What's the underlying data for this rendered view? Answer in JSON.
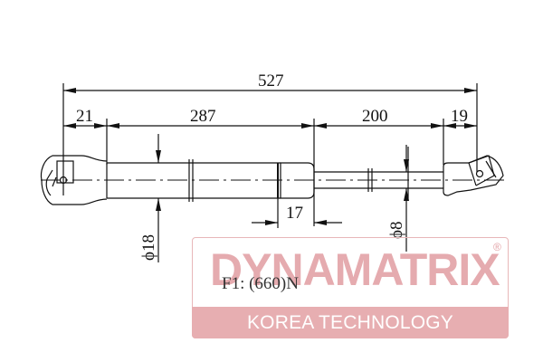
{
  "diagram": {
    "type": "gas-spring-technical-drawing",
    "dimensions": {
      "total_length": "527",
      "left_end_fitting": "21",
      "cylinder_body": "287",
      "rod_stroke": "200",
      "right_end_fitting": "19",
      "collar_length": "17",
      "cylinder_diameter": "ϕ18",
      "rod_diameter": "ϕ8"
    },
    "force_label": "F1:  (660)N"
  },
  "logo": {
    "brand": "DYNAMATRIX",
    "registered_mark": "®",
    "tagline": "KOREA TECHNOLOGY",
    "brand_color": "#e3a3a7",
    "band_color": "#e7aeb1"
  },
  "colors": {
    "line": "#111111",
    "background": "#ffffff"
  }
}
